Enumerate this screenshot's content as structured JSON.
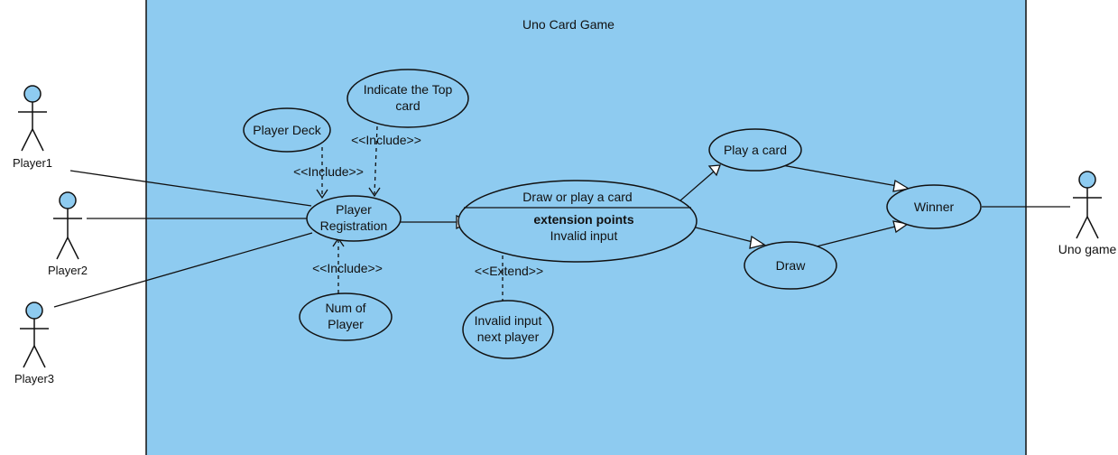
{
  "system": {
    "title": "Uno Card Game",
    "fill_color": "#8ecbf0"
  },
  "actors": [
    {
      "id": "player1",
      "label": "Player1"
    },
    {
      "id": "player2",
      "label": "Player2"
    },
    {
      "id": "player3",
      "label": "Player3"
    },
    {
      "id": "uno-game",
      "label": "Uno game"
    }
  ],
  "use_cases": {
    "player_deck": [
      "Player Deck"
    ],
    "indicate_top_card": [
      "Indicate the Top",
      "card"
    ],
    "player_registration": [
      "Player",
      "Registration"
    ],
    "num_of_player": [
      "Num of",
      "Player"
    ],
    "draw_or_play": {
      "name": "Draw or play a card",
      "extension_points_label": "extension points",
      "extension_point": "Invalid input"
    },
    "invalid_input_next_player": [
      "Invalid input",
      "next player"
    ],
    "play_a_card": [
      "Play a card"
    ],
    "draw": [
      "Draw"
    ],
    "winner": [
      "Winner"
    ]
  },
  "relationship_labels": {
    "include_deck": "<<Include>>",
    "include_top_card": "<<Include>>",
    "include_num_player": "<<Include>>",
    "extend_invalid": "<<Extend>>"
  }
}
